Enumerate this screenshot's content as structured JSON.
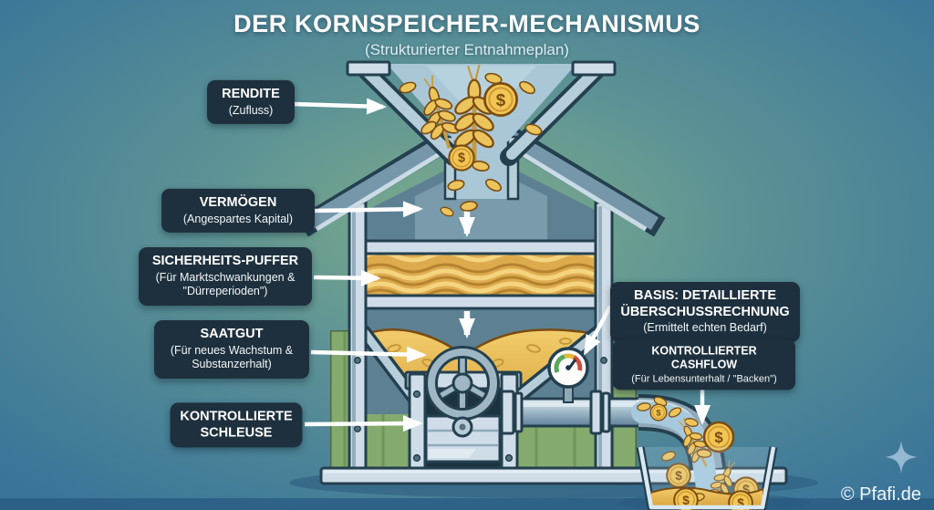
{
  "title": {
    "main": "DER KORNSPEICHER-MECHANISMUS",
    "subtitle": "(Strukturierter Entnahmeplan)"
  },
  "labels": {
    "rendite": {
      "line1": "RENDITE",
      "line2": "(Zufluss)"
    },
    "vermoegen": {
      "line1": "VERMÖGEN",
      "line2": "(Angespartes Kapital)"
    },
    "puffer": {
      "line1": "SICHERHEITS-PUFFER",
      "line2": "(Für Marktschwankungen & \"Dürreperioden\")"
    },
    "saatgut": {
      "line1": "SAATGUT",
      "line2": "(Für neues Wachstum & Substanzerhalt)"
    },
    "schleuse": {
      "line1": "KONTROLLIERTE SCHLEUSE",
      "line2": ""
    },
    "basis": {
      "line1": "BASIS: DETAILLIERTE ÜBERSCHUSSRECHNUNG",
      "line2": "(Ermittelt echten Bedarf)"
    },
    "cashflow": {
      "line1": "KONTROLLIERTER CASHFLOW",
      "line2": "(Für Lebensunterhalt / \"Backen\")"
    }
  },
  "watermark": {
    "text": "© Pfafi.de"
  },
  "icons": {
    "coin_symbol": "$",
    "sparkle": "sparkle-icon",
    "wheat": "wheat-icon",
    "gauge": "pressure-gauge-icon",
    "valve": "valve-wheel-icon"
  },
  "colors": {
    "bg_blue": "#3a7499",
    "bg_green": "#7fad8a",
    "bg_bottom": "#2b5d84",
    "label_bg": "#1e303d",
    "label_text": "#ffffff",
    "steel_light": "#cfdde8",
    "steel_mid": "#8ba9ba",
    "steel_dark": "#24404f",
    "chamber": "#5d8093",
    "funnel_inner": "#a9c7d7",
    "grain_gold": "#ecc45c",
    "grain_dark": "#a8762a",
    "wall_green": "#85aa6e",
    "wall_green_dark": "#6d9458",
    "arrow_white": "#ffffff",
    "gauge_green": "#57a85c",
    "gauge_yellow": "#e2b93b",
    "gauge_red": "#cc4f3f",
    "glass": "#d8e9f4"
  }
}
